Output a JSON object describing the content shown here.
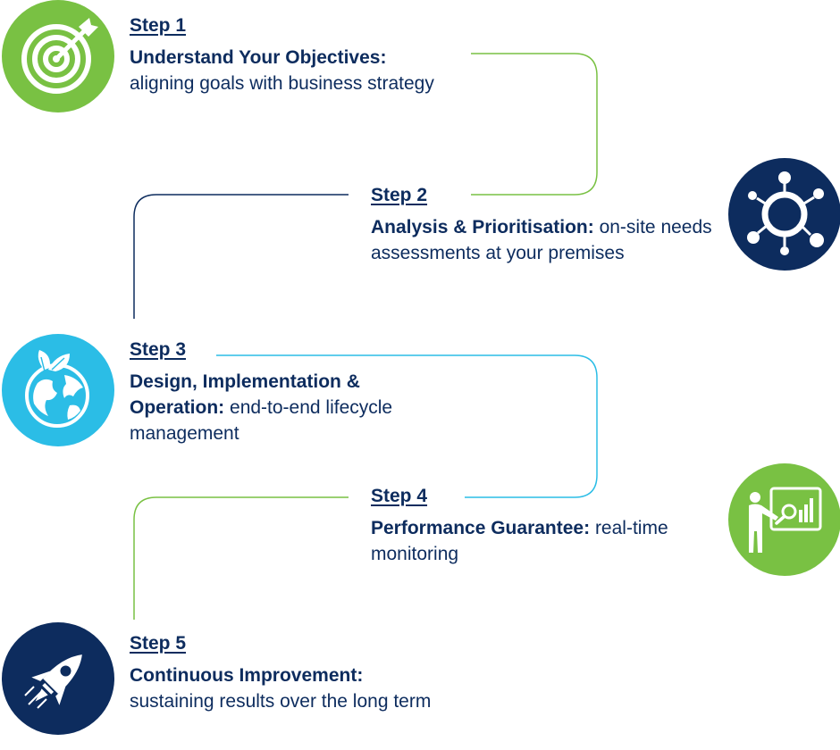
{
  "colors": {
    "navy": "#0d2c5e",
    "green": "#79c143",
    "cyan": "#2bbde6",
    "white": "#ffffff"
  },
  "steps": [
    {
      "label": "Step 1",
      "heading": "Understand Your Objectives:",
      "body": "aligning goals with business strategy",
      "icon": "target-icon",
      "icon_color": "#79c143"
    },
    {
      "label": "Step 2",
      "heading": "Analysis & Prioritisation:",
      "body": "on-site needs assessments at your premises",
      "icon": "network-hub-icon",
      "icon_color": "#0d2c5e"
    },
    {
      "label": "Step 3",
      "heading": "Design, Implementation & Operation:",
      "body": "end-to-end lifecycle management",
      "icon": "eco-globe-icon",
      "icon_color": "#2bbde6"
    },
    {
      "label": "Step 4",
      "heading": "Performance Guarantee:",
      "body": "real-time monitoring",
      "icon": "presenter-chart-icon",
      "icon_color": "#79c143"
    },
    {
      "label": "Step 5",
      "heading": "Continuous Improvement:",
      "body": "sustaining results over the long term",
      "icon": "rocket-icon",
      "icon_color": "#0d2c5e"
    }
  ]
}
